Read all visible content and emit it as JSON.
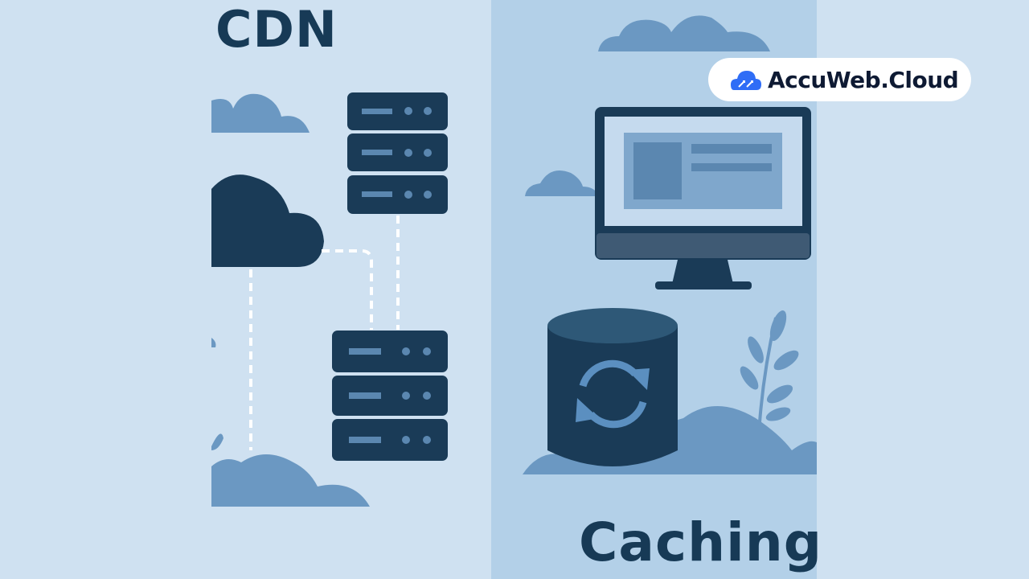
{
  "left_panel": {
    "title": "CDN"
  },
  "right_panel": {
    "title": "Caching"
  },
  "logo": {
    "text": "AccuWeb.Cloud"
  },
  "colors": {
    "background": "#cfe1f1",
    "right_panel": "#b3d0e8",
    "navy": "#1a3b57",
    "accent_blue": "#6b98c2",
    "logo_blue": "#2f6df6"
  }
}
